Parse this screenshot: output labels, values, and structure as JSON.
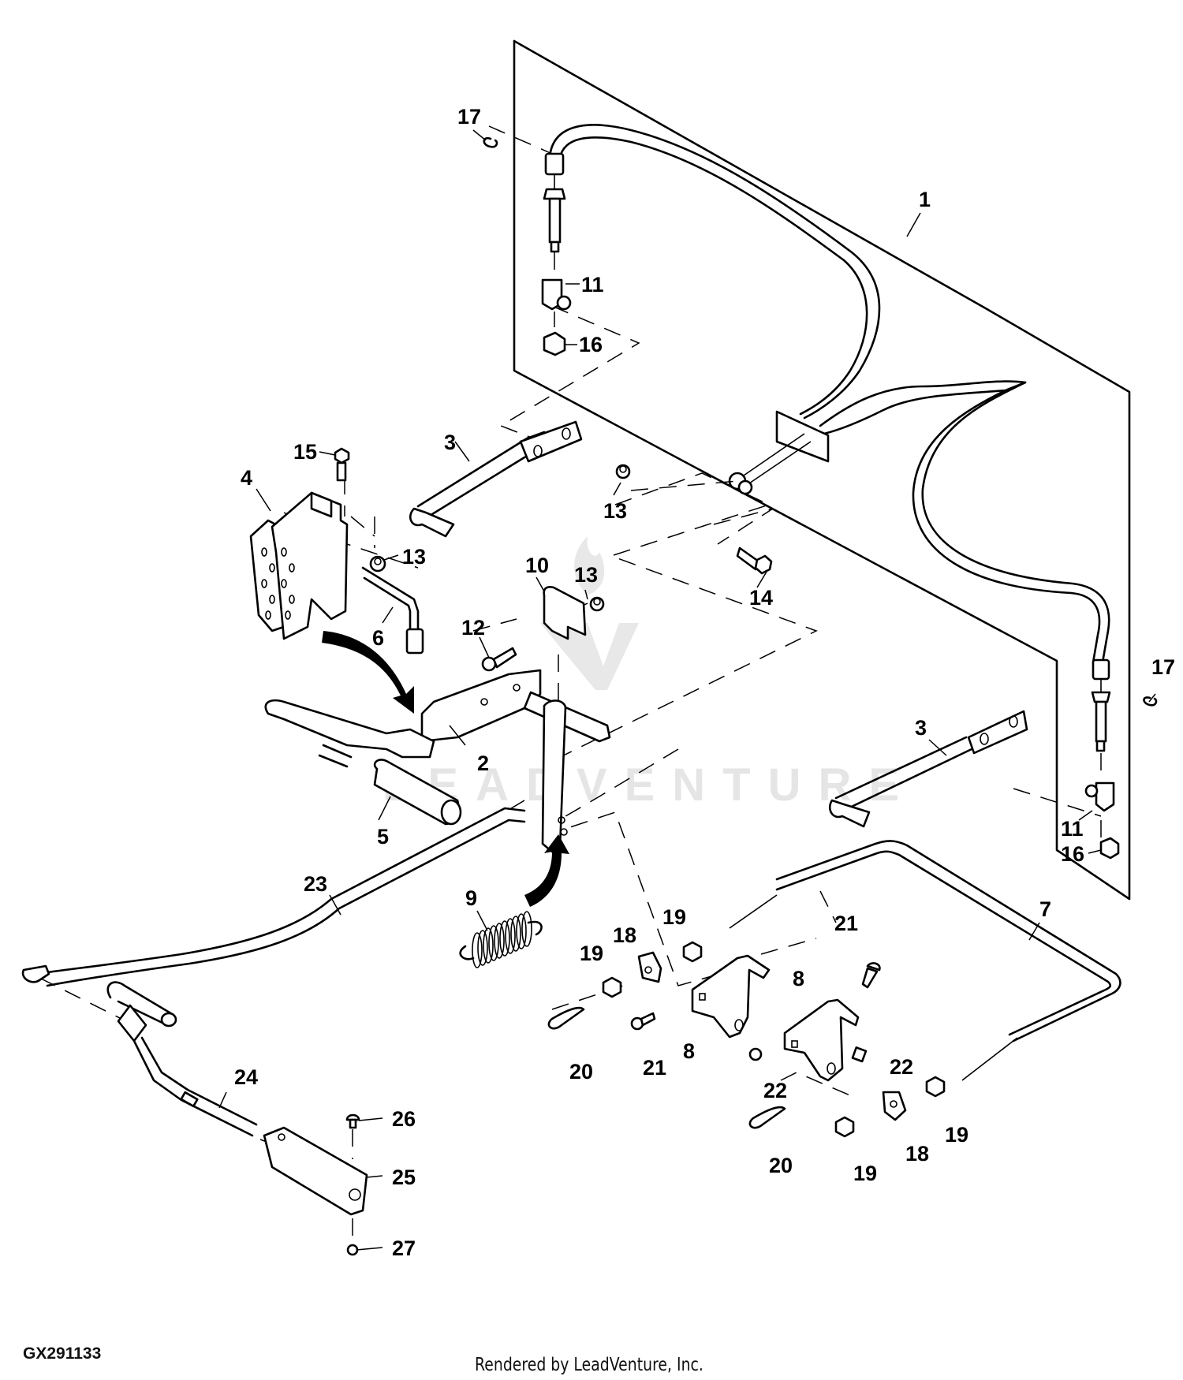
{
  "diagram": {
    "figure_id": "GX291133",
    "credit": "Rendered by LeadVenture, Inc.",
    "watermark": "LEADVENTURE",
    "callouts": {
      "c1": "1",
      "c2": "2",
      "c3a": "3",
      "c3b": "3",
      "c4": "4",
      "c5": "5",
      "c6": "6",
      "c7": "7",
      "c8a": "8",
      "c8b": "8",
      "c9": "9",
      "c10": "10",
      "c11a": "11",
      "c11b": "11",
      "c12": "12",
      "c13a": "13",
      "c13b": "13",
      "c13c": "13",
      "c14": "14",
      "c15": "15",
      "c16a": "16",
      "c16b": "16",
      "c17a": "17",
      "c17b": "17",
      "c18a": "18",
      "c18b": "18",
      "c19a": "19",
      "c19b": "19",
      "c19c": "19",
      "c19d": "19",
      "c20a": "20",
      "c20b": "20",
      "c21a": "21",
      "c21b": "21",
      "c22a": "22",
      "c22b": "22",
      "c23": "23",
      "c24": "24",
      "c25": "25",
      "c26": "26",
      "c27": "27"
    }
  }
}
